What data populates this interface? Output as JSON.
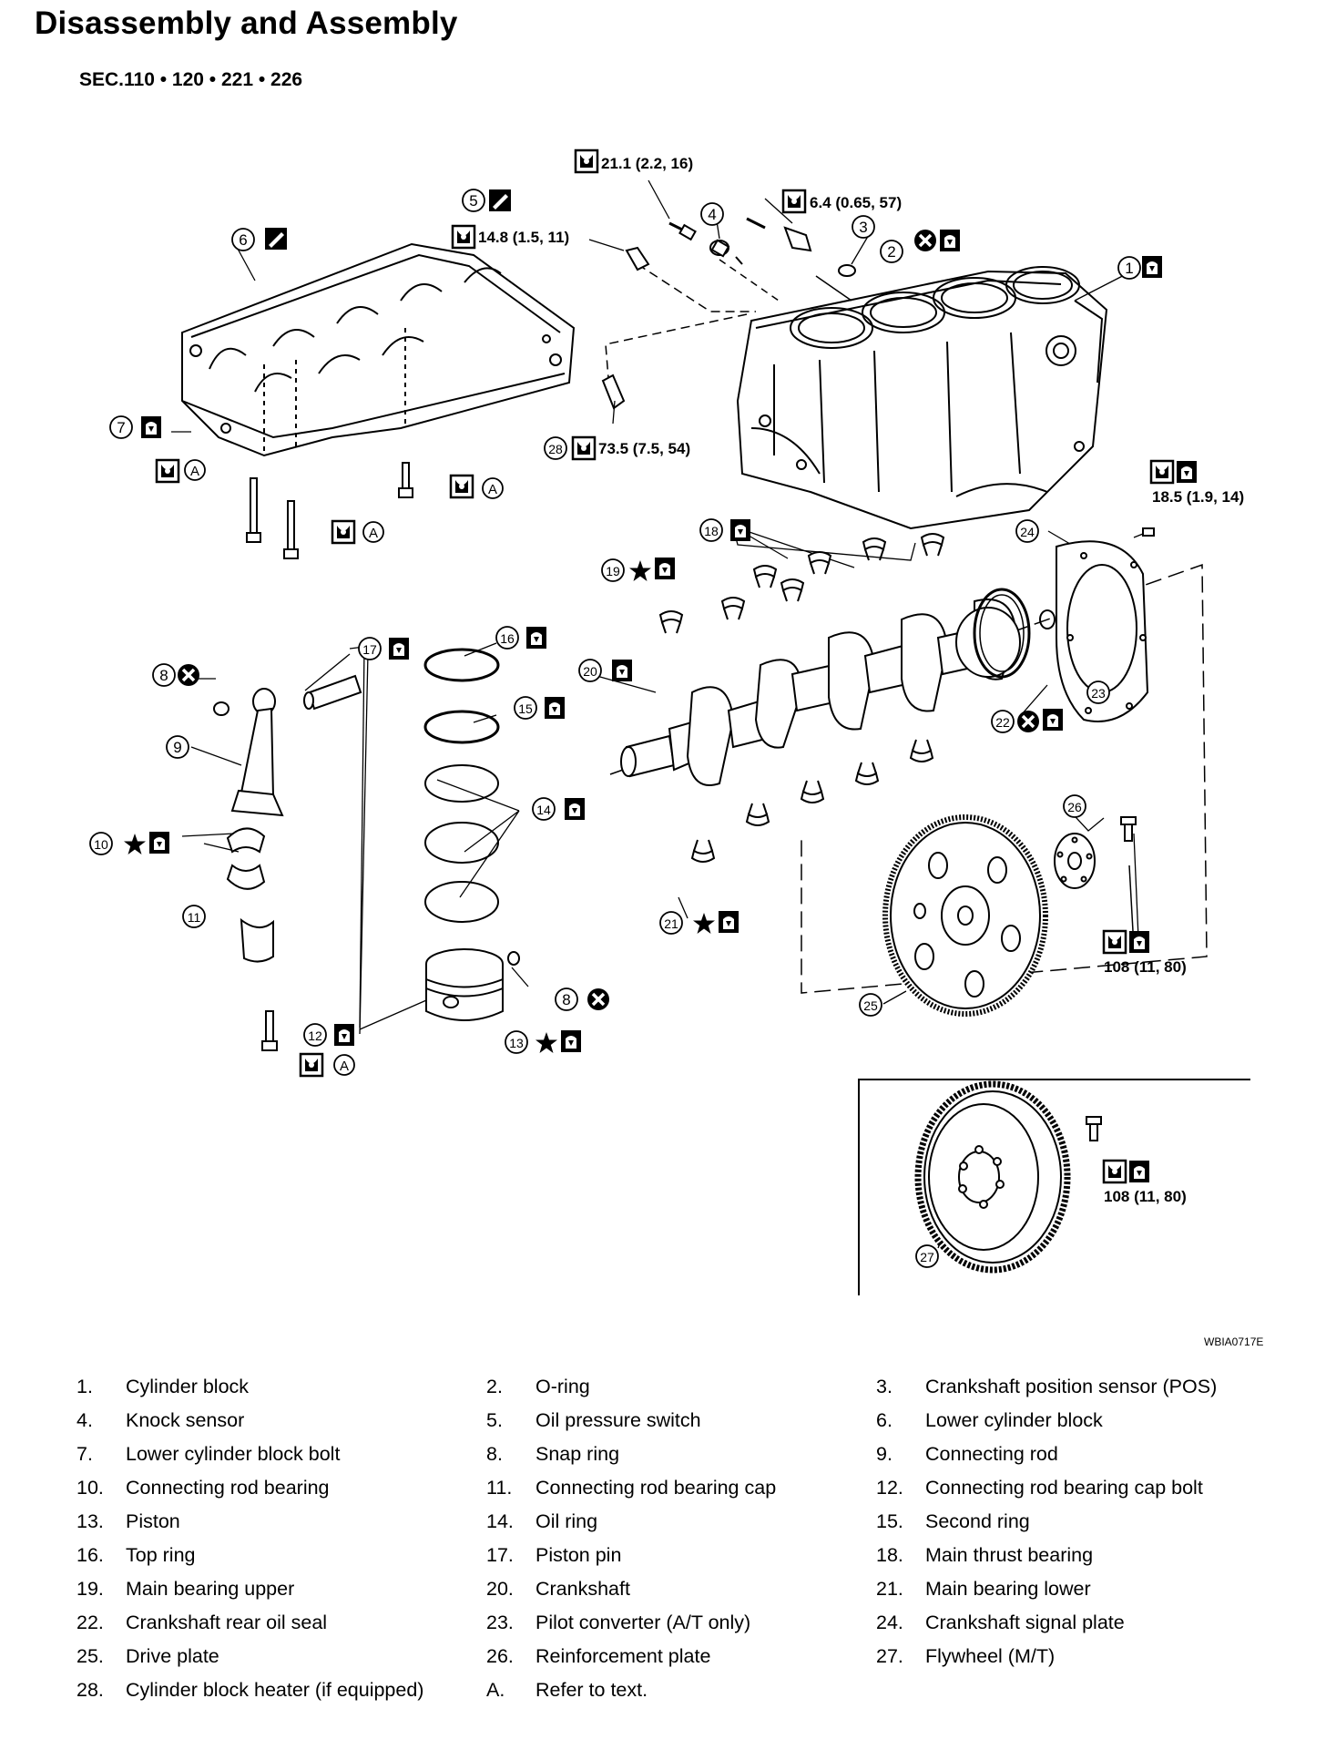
{
  "title": "Disassembly and Assembly",
  "sec": "SEC.110 • 120 • 221 • 226",
  "figure_code": "WBIA0717E",
  "torques": {
    "t1": "21.1 (2.2, 16)",
    "t2": "6.4 (0.65, 57)",
    "t3": "14.8 (1.5, 11)",
    "t4": "73.5 (7.5, 54)",
    "t5": "18.5 (1.9, 14)",
    "t6": "108 (11, 80)",
    "t7": "108 (11, 80)"
  },
  "callouts": {
    "c1": "1",
    "c2": "2",
    "c3": "3",
    "c4": "4",
    "c5": "5",
    "c6": "6",
    "c7": "7",
    "c8a": "8",
    "c8b": "8",
    "c9": "9",
    "c10": "10",
    "c11": "11",
    "c12": "12",
    "c13": "13",
    "c14": "14",
    "c15": "15",
    "c16": "16",
    "c17": "17",
    "c18": "18",
    "c19": "19",
    "c20": "20",
    "c21": "21",
    "c22": "22",
    "c23": "23",
    "c24": "24",
    "c25": "25",
    "c26": "26",
    "c27": "27",
    "c28": "28",
    "a1": "A",
    "a2": "A",
    "a3": "A",
    "a4": "A"
  },
  "legend": [
    {
      "num": "1.",
      "text": "Cylinder block"
    },
    {
      "num": "2.",
      "text": "O-ring"
    },
    {
      "num": "3.",
      "text": "Crankshaft position sensor (POS)"
    },
    {
      "num": "4.",
      "text": "Knock sensor"
    },
    {
      "num": "5.",
      "text": "Oil pressure switch"
    },
    {
      "num": "6.",
      "text": "Lower cylinder block"
    },
    {
      "num": "7.",
      "text": "Lower cylinder block bolt"
    },
    {
      "num": "8.",
      "text": "Snap ring"
    },
    {
      "num": "9.",
      "text": "Connecting rod"
    },
    {
      "num": "10.",
      "text": "Connecting rod bearing"
    },
    {
      "num": "11.",
      "text": "Connecting rod bearing cap"
    },
    {
      "num": "12.",
      "text": "Connecting rod bearing cap bolt"
    },
    {
      "num": "13.",
      "text": "Piston"
    },
    {
      "num": "14.",
      "text": "Oil ring"
    },
    {
      "num": "15.",
      "text": "Second ring"
    },
    {
      "num": "16.",
      "text": "Top ring"
    },
    {
      "num": "17.",
      "text": "Piston pin"
    },
    {
      "num": "18.",
      "text": "Main thrust bearing"
    },
    {
      "num": "19.",
      "text": "Main bearing upper"
    },
    {
      "num": "20.",
      "text": "Crankshaft"
    },
    {
      "num": "21.",
      "text": "Main bearing lower"
    },
    {
      "num": "22.",
      "text": "Crankshaft rear oil seal"
    },
    {
      "num": "23.",
      "text": "Pilot converter (A/T only)"
    },
    {
      "num": "24.",
      "text": "Crankshaft signal plate"
    },
    {
      "num": "25.",
      "text": "Drive plate"
    },
    {
      "num": "26.",
      "text": "Reinforcement plate"
    },
    {
      "num": "27.",
      "text": "Flywheel (M/T)"
    },
    {
      "num": "28.",
      "text": "Cylinder block heater (if equipped)"
    },
    {
      "num": "A.",
      "text": "Refer to text."
    }
  ]
}
